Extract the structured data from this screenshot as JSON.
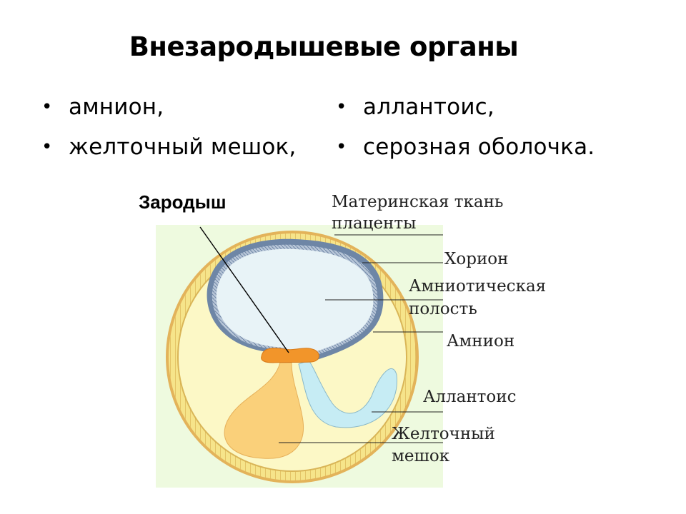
{
  "title": "Внезародышевые органы",
  "bullets_left": [
    "амнион,",
    "желточный мешок,"
  ],
  "bullets_right": [
    "аллантоис,",
    "серозная оболочка."
  ],
  "bullet_symbol": "•",
  "diagram": {
    "labels": {
      "embryo": "Зародыш",
      "maternal_line1": "Материнская ткань",
      "maternal_line2": "плаценты",
      "chorion": "Хорион",
      "amniotic_line1": "Амниотическая",
      "amniotic_line2": "полость",
      "amnion": "Амнион",
      "allantois": "Аллантоис",
      "yolk_line1": "Желточный",
      "yolk_line2": "мешок"
    },
    "colors": {
      "background": "#eefadf",
      "outer_ring": "#e3b35a",
      "chorion_band": "#f6e48a",
      "inner_fill": "#fcf8c6",
      "amniotic_cavity": "#e8f3f7",
      "amnion_outline": "#6e86a6",
      "embryo": "#f2952a",
      "yolk_sac": "#fad07a",
      "allantois": "#c6ecf4"
    }
  }
}
